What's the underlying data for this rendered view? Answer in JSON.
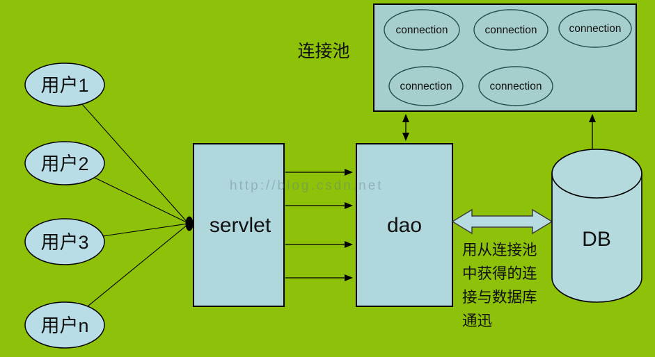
{
  "diagram": {
    "pool": {
      "title": "连接池",
      "connections": [
        "connection",
        "connection",
        "connection",
        "connection",
        "connection"
      ]
    },
    "users": [
      "用户1",
      "用户2",
      "用户3",
      "用户n"
    ],
    "servlet_label": "servlet",
    "dao_label": "dao",
    "db_label": "DB",
    "note_lines": [
      "用从连接池",
      "中获得的连",
      "接与数据库",
      "通迅"
    ],
    "watermark": "http://blog.csdn.net",
    "colors": {
      "background": "#8dc10a",
      "pool_fill": "#a6cecd",
      "box_fill": "#afd7dc",
      "user_fill": "#b8dde7",
      "cylinder_fill": "#b4dadd",
      "big_arrow_fill": "#b6dce1"
    }
  }
}
